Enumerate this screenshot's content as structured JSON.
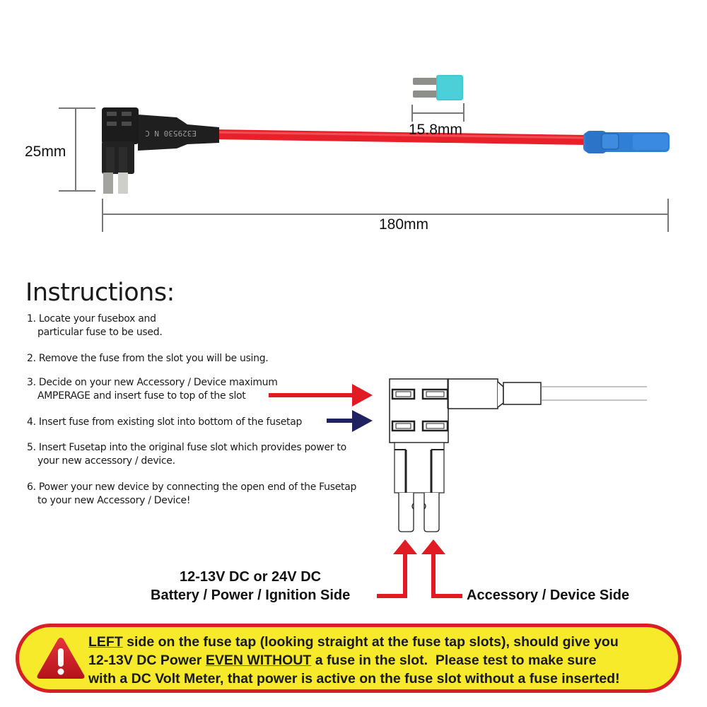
{
  "product_photo": {
    "dimensions": {
      "height_label": "25mm",
      "fuse_width_label": "15.8mm",
      "length_label": "180mm"
    },
    "components": {
      "fuse_tap_body_color": "#1c1c1c",
      "wire_color": "#e8202a",
      "butt_connector_color": "#2f7fd6",
      "mini_fuse_color": "#3fc9d2",
      "blade_color": "#bdbdb6"
    }
  },
  "instructions": {
    "title": "Instructions:",
    "steps": [
      {
        "line1": "1. Locate your fusebox and",
        "line2": "particular fuse to be used."
      },
      {
        "line1": "2. Remove the fuse from the slot you will be using.",
        "line2": ""
      },
      {
        "line1": "3. Decide on your new Accessory / Device maximum",
        "line2": "AMPERAGE and insert fuse to top of the slot"
      },
      {
        "line1": "4. Insert fuse from existing slot into bottom of the fusetap",
        "line2": ""
      },
      {
        "line1": "5. Insert Fusetap into the original fuse slot  which provides power to",
        "line2": "your new accessory / device."
      },
      {
        "line1": "6. Power your new device by connecting the open end of the Fusetap",
        "line2": "to your new Accessory / Device!"
      }
    ],
    "arrow_colors": {
      "top_slot": "#e01b24",
      "bottom_slot": "#1f2160"
    }
  },
  "sides": {
    "power_side_line1": "12-13V DC or 24V DC",
    "power_side_line2": "Battery / Power / Ignition Side",
    "device_side": "Accessory / Device Side",
    "arrow_color": "#e01b24"
  },
  "warning": {
    "icon": "warning-triangle-icon",
    "line1_emphasis": "LEFT",
    "line1_rest": " side on the fuse tap (looking straight at the fuse tap slots), should give you",
    "line2_start": "12-13V DC Power ",
    "line2_emphasis": "EVEN WITHOUT",
    "line2_rest": " a fuse in the slot.  Please test to make sure",
    "line3": "with a DC Volt Meter, that power is active on the fuse slot without a fuse inserted!",
    "background": "#f6ea2a",
    "border": "#d81e27"
  }
}
